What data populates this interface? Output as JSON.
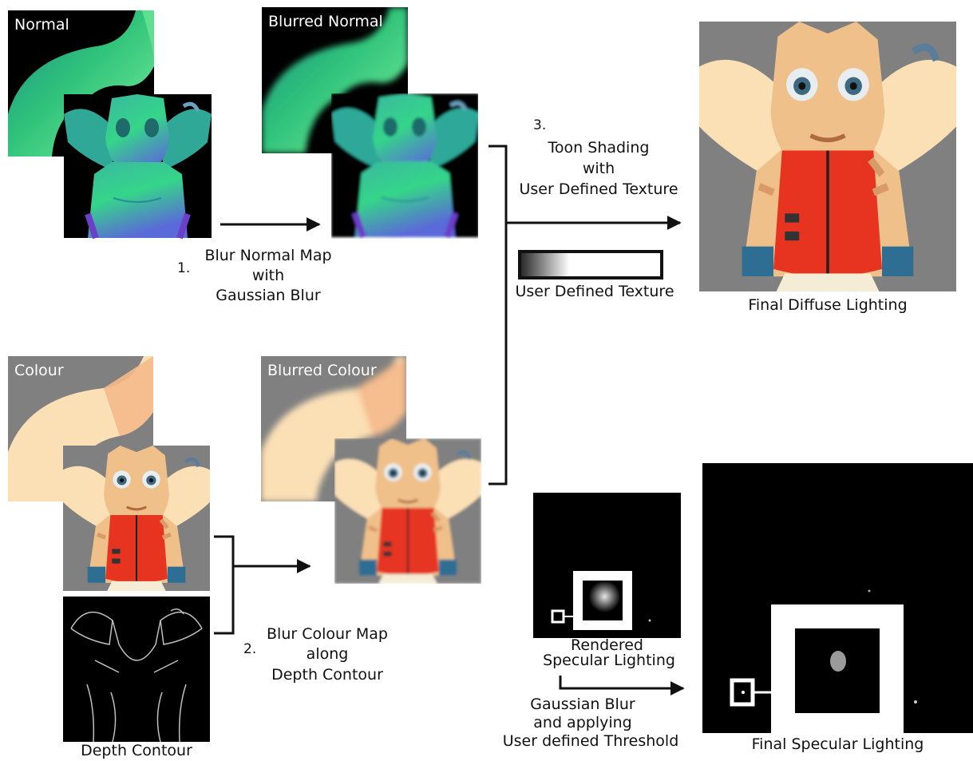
{
  "labels": {
    "normal": "Normal",
    "blurred_normal": "Blurred Normal",
    "colour": "Colour",
    "blurred_colour": "Blurred Colour",
    "depth_contour": "Depth Contour",
    "final_diffuse": "Final Diffuse Lighting",
    "final_specular": "Final Specular Lighting",
    "user_defined_texture": "User Defined Texture",
    "rendered_specular": [
      "Rendered",
      "Specular Lighting"
    ]
  },
  "steps": [
    {
      "number": "1.",
      "lines": [
        "Blur Normal Map",
        "with",
        "Gaussian Blur"
      ]
    },
    {
      "number": "2.",
      "lines": [
        "Blur Colour Map",
        "along",
        "Depth Contour"
      ]
    },
    {
      "number": "3.",
      "lines": [
        "Toon Shading",
        "with",
        "User Defined Texture"
      ]
    },
    {
      "number": "",
      "lines": [
        "Gaussian Blur",
        "and applying",
        "User defined Threshold"
      ]
    }
  ],
  "colors": {
    "skin": "#f0c08a",
    "skin_shadow": "#d89a66",
    "vest": "#e63420",
    "gray_bg": "#808080",
    "ear_cream": "#fbe0b6",
    "cuff_blue": "#2e6e93",
    "pants": "#f4ecd4"
  }
}
